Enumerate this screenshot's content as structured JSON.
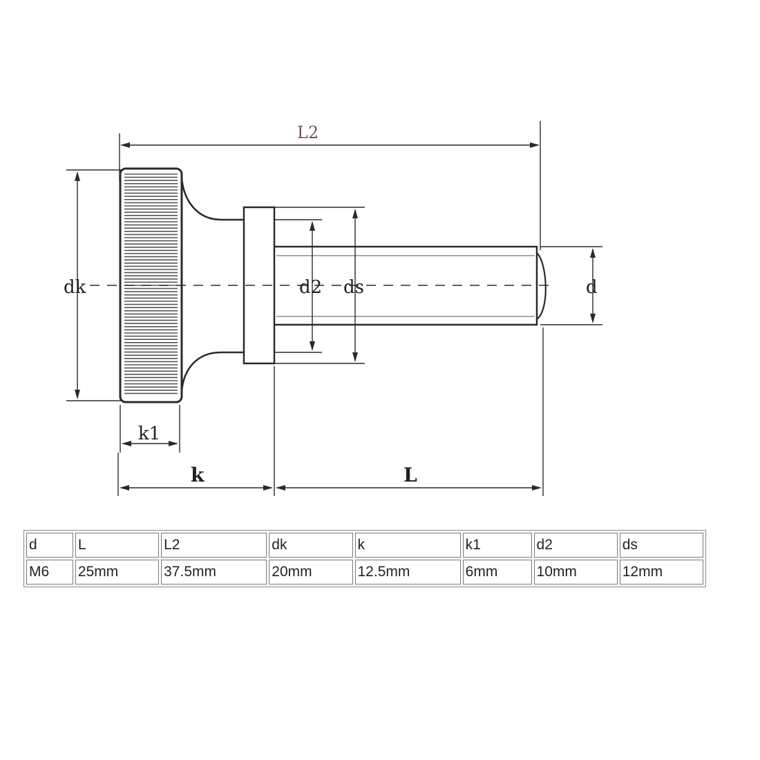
{
  "labels": {
    "L2": "L2",
    "dk": "dk",
    "d2": "d2",
    "ds": "ds",
    "d": "d",
    "k1": "k1",
    "k": "k",
    "L": "L"
  },
  "table": {
    "headers": [
      "d",
      "L",
      "L2",
      "dk",
      "k",
      "k1",
      "d2",
      "ds"
    ],
    "values": [
      "M6",
      "25mm",
      "37.5mm",
      "20mm",
      "12.5mm",
      "6mm",
      "10mm",
      "12mm"
    ]
  }
}
